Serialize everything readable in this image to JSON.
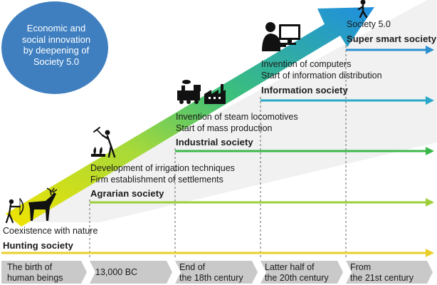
{
  "title_circle": {
    "lines": [
      "Economic and",
      "social innovation",
      "by deepening of",
      "Society 5.0"
    ]
  },
  "stages": [
    {
      "name": "Hunting society",
      "descriptions": [
        "Coexistence with nature"
      ],
      "period": [
        "The birth of",
        "human beings"
      ],
      "line_color": "#e9cf2a"
    },
    {
      "name": "Agrarian society",
      "descriptions": [
        "Development of irrigation techniques",
        "Firm establishment of settlements"
      ],
      "period": [
        "13,000 BC"
      ],
      "line_color": "#9ccf39"
    },
    {
      "name": "Industrial society",
      "descriptions": [
        "Invention of steam locomotives",
        "Start of mass production"
      ],
      "period": [
        "End of",
        "the 18th century"
      ],
      "line_color": "#3cb84a"
    },
    {
      "name": "Information society",
      "descriptions": [
        "Invention of computers",
        "Start of information distribution"
      ],
      "period": [
        "Latter half of",
        "the 20th century"
      ],
      "line_color": "#2aa7c9"
    },
    {
      "name": "Super smart society",
      "descriptions": [
        "Society 5.0"
      ],
      "period": [
        "From",
        "the 21st century"
      ],
      "line_color": "#2b8fd0"
    }
  ],
  "icons": [
    "archer-icon",
    "deer-icon",
    "farmer-icon",
    "plant-icon",
    "locomotive-icon",
    "factory-icon",
    "computer-user-icon",
    "person-icon"
  ],
  "colors": {
    "circle": "#3f7fc0",
    "arrow_start": "#f2e300",
    "arrow_end": "#1f8fe0",
    "timeline_band": "#c9c9c9"
  }
}
